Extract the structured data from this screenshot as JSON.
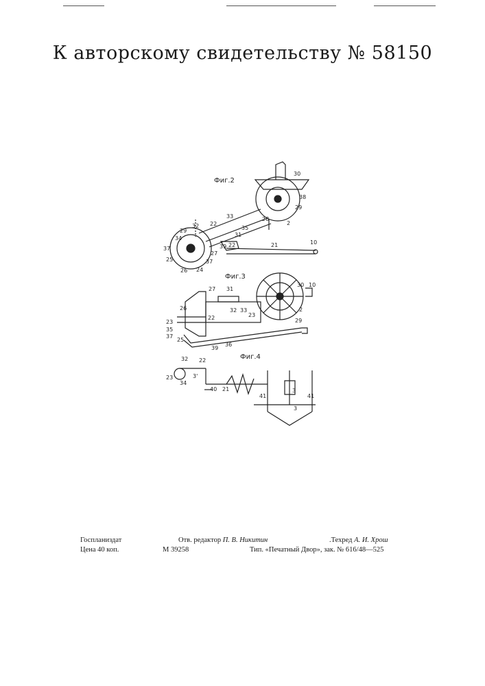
{
  "header": {
    "title": "К авторскому свидетельству № 58150"
  },
  "figures": {
    "fig2_label": "Фиг.2",
    "fig3_label": "Фиг.3",
    "fig4_label": "Фиг.4"
  },
  "footer": {
    "publisher": "Госпланиздат",
    "price": "Цена 40 коп.",
    "editor_prefix": "Отв. редактор",
    "editor_name": "П. В. Никитин",
    "order_no": "М 39258",
    "techred_prefix": ".Техред",
    "techred_name": "А. И. Хрош",
    "printer": "Тип. «Печатный Двор», зак. № 616/48—525"
  }
}
